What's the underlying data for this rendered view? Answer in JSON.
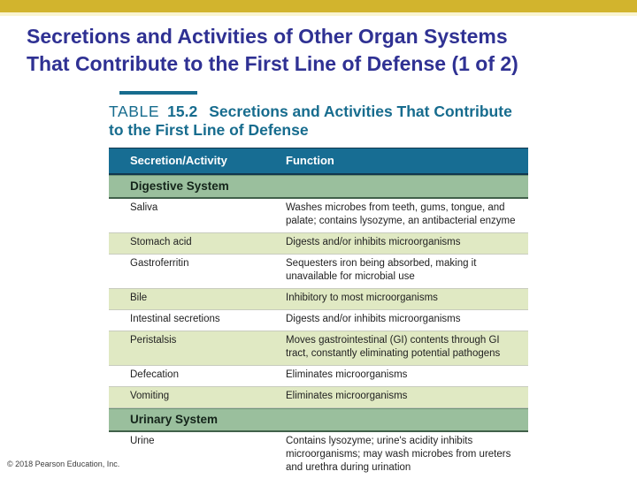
{
  "slide": {
    "title_lines": [
      "Secretions and Activities of Other Organ Systems",
      "That Contribute to the First Line of Defense (1 of 2)"
    ],
    "copyright": "© 2018 Pearson Education, Inc."
  },
  "figure": {
    "tag": "TABLE",
    "number": "15.2",
    "caption": "Secretions and Activities That Contribute to the First Line of Defense",
    "columns": {
      "secretion": "Secretion/Activity",
      "function": "Function"
    },
    "rows": [
      {
        "type": "section",
        "label": "Digestive System"
      },
      {
        "type": "data",
        "shade": "white",
        "secretion": "Saliva",
        "function": "Washes microbes from teeth, gums, tongue, and palate; contains lysozyme, an antibacterial enzyme"
      },
      {
        "type": "data",
        "shade": "green",
        "secretion": "Stomach acid",
        "function": "Digests and/or inhibits microorganisms"
      },
      {
        "type": "data",
        "shade": "white",
        "secretion": "Gastroferritin",
        "function": "Sequesters iron being absorbed, making it unavailable for microbial use"
      },
      {
        "type": "data",
        "shade": "green",
        "secretion": "Bile",
        "function": "Inhibitory to most microorganisms"
      },
      {
        "type": "data",
        "shade": "white",
        "secretion": "Intestinal secretions",
        "function": "Digests and/or inhibits microorganisms"
      },
      {
        "type": "data",
        "shade": "green",
        "secretion": "Peristalsis",
        "function": "Moves gastrointestinal (GI) contents through GI tract, constantly eliminating potential pathogens"
      },
      {
        "type": "data",
        "shade": "white",
        "secretion": "Defecation",
        "function": "Eliminates microorganisms"
      },
      {
        "type": "data",
        "shade": "green",
        "secretion": "Vomiting",
        "function": "Eliminates microorganisms"
      },
      {
        "type": "section",
        "label": "Urinary System"
      },
      {
        "type": "data",
        "shade": "white",
        "secretion": "Urine",
        "function": "Contains lysozyme; urine's acidity inhibits microorganisms; may wash microbes from ureters and urethra during urination"
      }
    ]
  },
  "colors": {
    "accent_gold": "#d2b42d",
    "title_navy": "#2f3193",
    "teal": "#176d93",
    "section_green": "#9abf9d",
    "row_green": "#e0e9c3"
  }
}
